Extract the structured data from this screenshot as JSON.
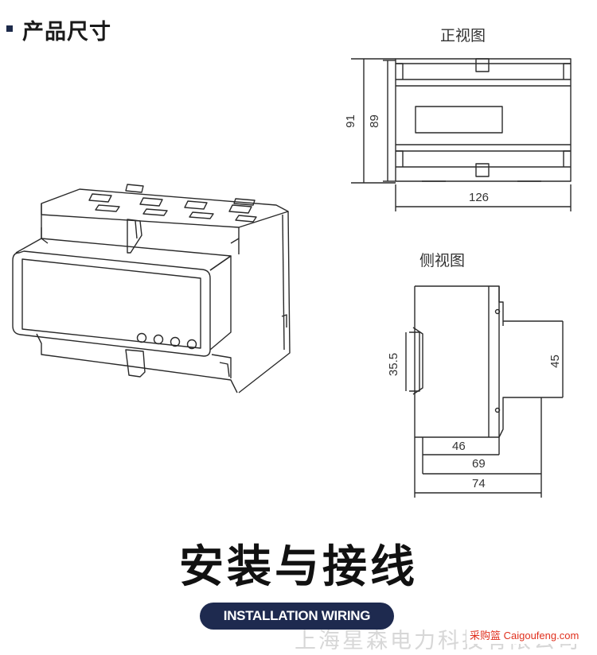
{
  "section_title": "产品尺寸",
  "front_view": {
    "label": "正视图",
    "dims": {
      "total_height": "91",
      "inner_height": "89",
      "width": "126"
    }
  },
  "side_view": {
    "label": "侧视图",
    "dims": {
      "rail_height": "35.5",
      "right_height": "45",
      "depth_a": "46",
      "depth_b": "69",
      "depth_c": "74"
    }
  },
  "wiring": {
    "heading": "安装与接线",
    "badge": "INSTALLATION WIRING"
  },
  "watermark": "上海星森电力科技有限公司",
  "source_tag": "采购篮 Caigoufeng.com",
  "colors": {
    "ink": "#1a1a1a",
    "badge_bg": "#1e2a4f",
    "source_red": "#e0301e"
  }
}
